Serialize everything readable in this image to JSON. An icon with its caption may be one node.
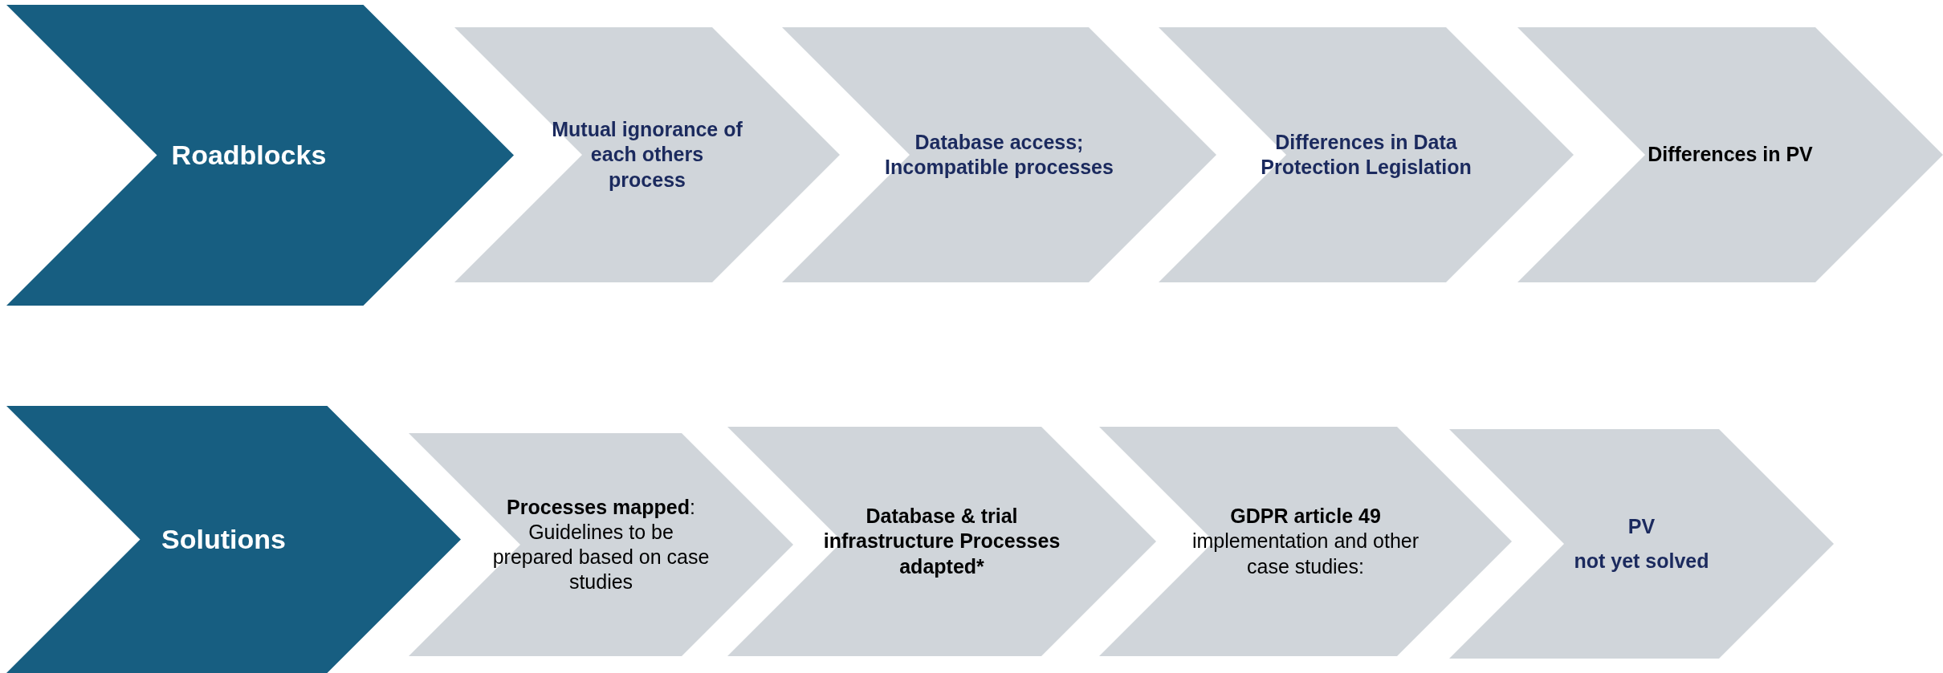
{
  "diagram": {
    "nodes": [
      {
        "text": [
          "Roadblocks"
        ]
      },
      {
        "text": [
          "Mutual ignorance of each others process"
        ]
      },
      {
        "text": [
          "Database access; Incompatible processes"
        ]
      },
      {
        "text": [
          "Differences in Data Protection Legislation"
        ]
      },
      {
        "text": [
          "Differences in PV"
        ]
      },
      {
        "text": [
          "Solutions"
        ]
      },
      {
        "text": [
          "**Processes mapped**:",
          "Guidelines to be prepared based on case studies"
        ]
      },
      {
        "text": [
          "Database & trial infrastructure Processes adapted*"
        ]
      },
      {
        "text": [
          "GDPR article 49",
          "implementation and other case studies:"
        ]
      },
      {
        "text": [
          "PV",
          "not yet solved"
        ]
      }
    ]
  }
}
